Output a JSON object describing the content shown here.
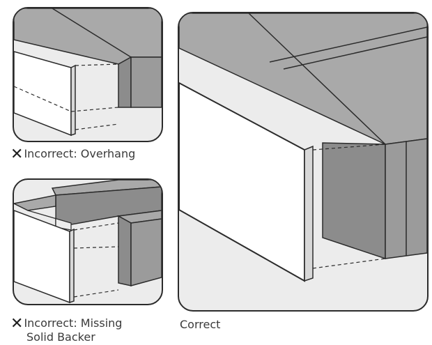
{
  "captions": {
    "overhang": {
      "mark": "✕",
      "text": "Incorrect: Overhang"
    },
    "missing_backer": {
      "mark": "✕",
      "line1": "Incorrect: Missing",
      "line2": "Solid Backer"
    },
    "correct": {
      "text": "Correct"
    }
  },
  "colors": {
    "background": "#ffffff",
    "panel_bg": "#ececec",
    "cabinet_top": "#a9a9a9",
    "cabinet_side": "#8c8c8c",
    "cabinet_front": "#9b9b9b",
    "panel_face": "#ffffff",
    "outline": "#2b2b2b"
  }
}
